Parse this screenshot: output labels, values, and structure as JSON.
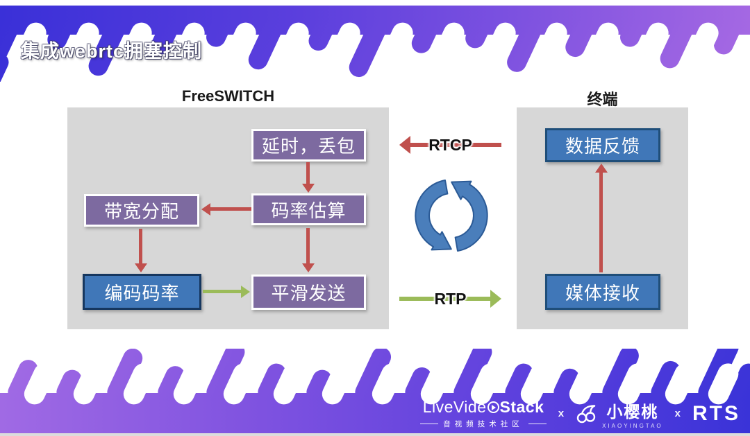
{
  "slide": {
    "title": "集成webrtc拥塞控制"
  },
  "colors": {
    "banner_blue": "#3a30d8",
    "banner_purple": "#a468e3",
    "purple_box": "#7d6aa0",
    "blue_box": "#4077b8",
    "blue_box_border": "#16375f",
    "red_arrow": "#c0504d",
    "green_arrow": "#9bbb59",
    "container_gray": "#d7d7d7",
    "cycle_blue": "#4a7ebb"
  },
  "diagram": {
    "freeswitch": {
      "label": "FreeSWITCH",
      "boxes": [
        {
          "label": "延时，丢包"
        },
        {
          "label": "码率估算"
        },
        {
          "label": "带宽分配"
        },
        {
          "label": "编码码率"
        },
        {
          "label": "平滑发送"
        }
      ]
    },
    "terminal": {
      "label": "终端",
      "boxes": [
        {
          "label": "数据反馈"
        },
        {
          "label": "媒体接收"
        }
      ]
    },
    "arrows": {
      "rtcp": "RTCP",
      "rtp": "RTP"
    }
  },
  "footer": {
    "livevideostack": {
      "part1": "LiveVide",
      "part2": "Stack",
      "subtitle": "音视频技术社区"
    },
    "sep1": "x",
    "sep2": "x",
    "xiaoyingtao": {
      "name": "小樱桃",
      "caption": "XIAOYINGTAO"
    },
    "rts": "RTS"
  }
}
